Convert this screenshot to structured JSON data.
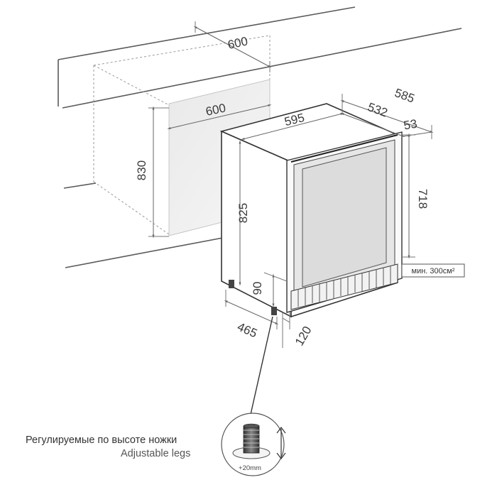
{
  "dimensions": {
    "niche_depth": "600",
    "niche_width": "600",
    "niche_height": "830",
    "unit_width": "595",
    "unit_depth_total": "585",
    "unit_depth_body": "532",
    "door_depth": "53",
    "unit_height": "825",
    "door_height": "718",
    "plinth_height": "90",
    "leg_offset": "465",
    "plinth_depth": "120"
  },
  "ventilation_label": "мин. 300см²",
  "legs": {
    "caption_ru": "Регулируемые по высоте ножки",
    "caption_en": "Adjustable legs",
    "adjust_range": "+20mm"
  }
}
